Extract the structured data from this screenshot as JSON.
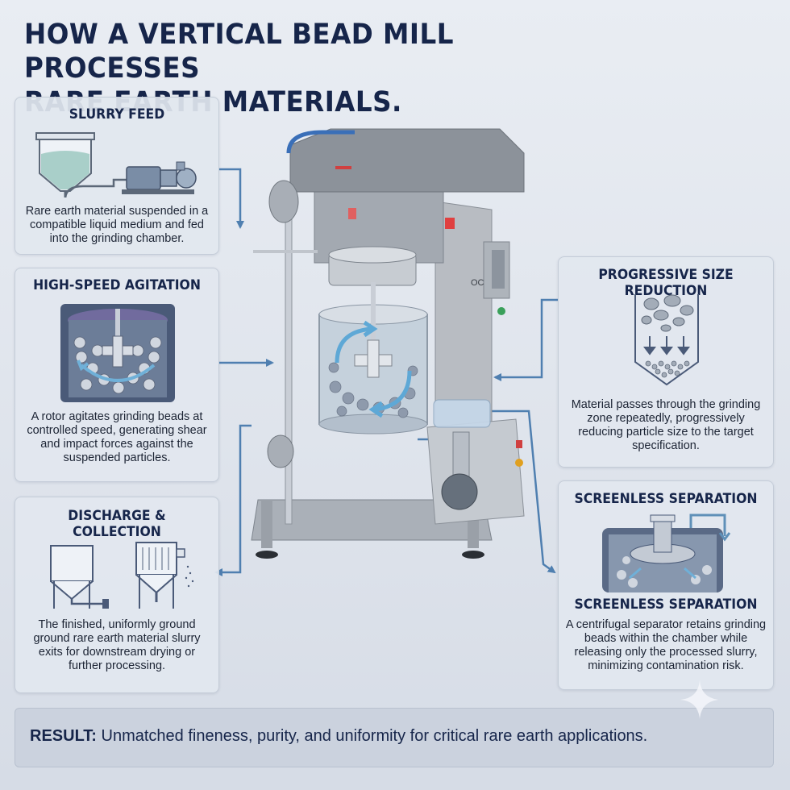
{
  "title": {
    "line1": "HOW A VERTICAL BEAD MILL PROCESSES",
    "line2": "RARE EARTH MATERIALS."
  },
  "cards": {
    "slurry_feed": {
      "heading": "SLURRY FEED",
      "text": "Rare earth material suspended in a compatible liquid medium and fed into the grinding chamber."
    },
    "agitation": {
      "heading": "HIGH-SPEED AGITATION",
      "text": "A rotor agitates grinding beads at controlled speed, generating shear and impact forces against the suspended particles."
    },
    "discharge": {
      "heading": "DISCHARGE & COLLECTION",
      "text": "The finished, uniformly ground ground rare earth material slurry exits for downstream drying or further processing."
    },
    "size_reduction": {
      "heading": "PROGRESSIVE SIZE REDUCTION",
      "text": "Material passes through the grinding zone repeatedly, progressively reducing particle size to the target specification."
    },
    "separation": {
      "heading": "SCREENLESS SEPARATION",
      "subheading": "SCREENLESS SEPARATION",
      "text": "A centrifugal separator retains grinding beads within the chamber while releasing only the processed slurry, minimizing contamination risk."
    }
  },
  "machine": {
    "panel_label": "OC"
  },
  "result": {
    "label": "RESULT:",
    "text": " Unmatched fineness, purity, and uniformity for critical rare earth applications."
  },
  "colors": {
    "title": "#16254a",
    "arrow": "#4f7fb0",
    "card_bg": "#e2e7ef",
    "machine_gray": "#9aa0a8",
    "result_bg": "#cbd2de"
  }
}
